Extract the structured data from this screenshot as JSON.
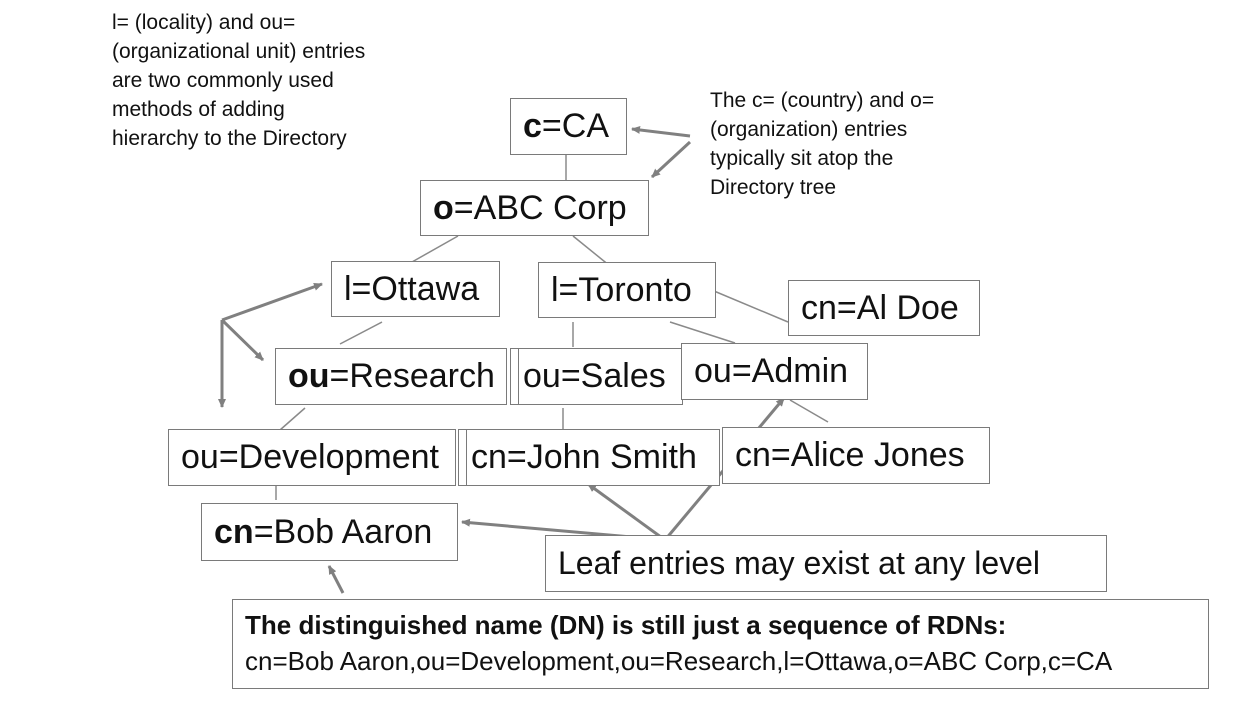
{
  "notes": {
    "left": "l= (locality) and ou=\n(organizational unit) entries\nare two commonly used\nmethods of adding\nhierarchy to the Directory",
    "right": "The c= (country) and o=\n(organization) entries\ntypically sit atop the\nDirectory tree"
  },
  "nodes": {
    "c_ca": {
      "attr": "c",
      "value": "=CA"
    },
    "o_abc": {
      "attr": "o",
      "value": "=ABC Corp"
    },
    "l_ottawa": {
      "label": "l=Ottawa"
    },
    "l_toronto": {
      "label": "l=Toronto"
    },
    "cn_aldoe": {
      "label": "cn=Al Doe"
    },
    "ou_research": {
      "attr": "ou",
      "value": "=Research"
    },
    "ou_sales": {
      "label": "ou=Sales"
    },
    "ou_admin": {
      "label": "ou=Admin"
    },
    "ou_development": {
      "label": "ou=Development"
    },
    "cn_johnsmith": {
      "label": "cn=John Smith"
    },
    "cn_alicejones": {
      "label": "cn=Alice Jones"
    },
    "cn_bobaaron": {
      "attr": "cn",
      "value": "=Bob Aaron"
    }
  },
  "leaf_note": "Leaf entries may exist at any level",
  "dn": {
    "title": "The distinguished name (DN) is still just a sequence of RDNs:",
    "value": "cn=Bob Aaron,ou=Development,ou=Research,l=Ottawa,o=ABC Corp,c=CA"
  },
  "colors": {
    "line": "#8a8a8a",
    "arrow": "#808080",
    "border": "#7a7a7a"
  }
}
